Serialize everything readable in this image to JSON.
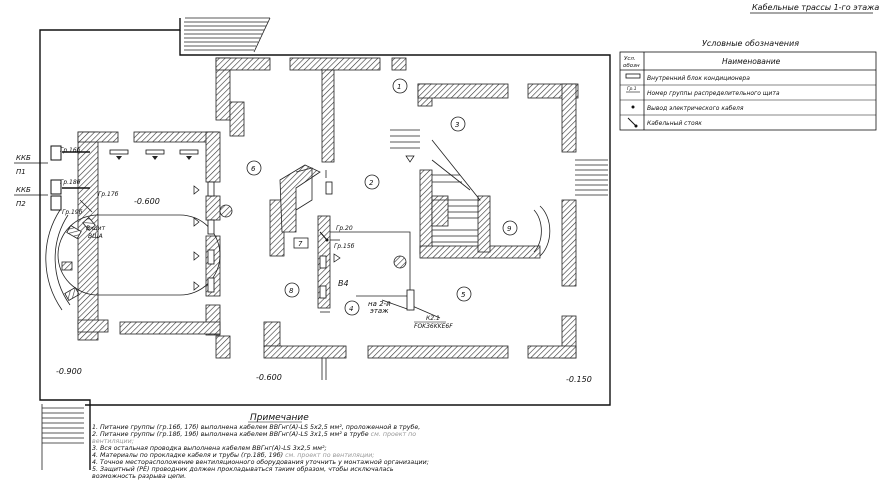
{
  "title": "Кабельные трассы 1-го этажа",
  "legend": {
    "heading": "Условные обозначения",
    "col_symbol": [
      "Усл.",
      "обозн"
    ],
    "col_name": "Наименование",
    "rows": [
      {
        "icon": "air-conditioner-unit-icon",
        "symbol_text": "",
        "label": "Внутренний блок кондиционера"
      },
      {
        "icon": "panel-group-number-icon",
        "symbol_text": "Гр.1",
        "label": "Номер группы распределительного щита"
      },
      {
        "icon": "cable-outlet-dot-icon",
        "symbol_text": "",
        "label": "Вывод электрического кабеля"
      },
      {
        "icon": "cable-riser-icon",
        "symbol_text": "",
        "label": "Кабельный стояк"
      }
    ]
  },
  "left_labels": {
    "kkb1": "ККБ",
    "p1": "П1",
    "kkb2": "ККБ",
    "p2": "П2",
    "gr16": "Гр.16б",
    "gr18": "Гр.18б",
    "gr17": "Гр.17б",
    "gr19": "Гр.19б",
    "shield1": "В щит",
    "shield2": "ВЩА"
  },
  "levels": {
    "l1": "-0.600",
    "l2": "-0.900",
    "l3": "-0.600",
    "l4": "-0.150"
  },
  "rooms": [
    "1",
    "2",
    "3",
    "4",
    "5",
    "6",
    "7",
    "8",
    "9"
  ],
  "plan_labels": {
    "gr20": "Гр.20",
    "gr15": "Гр.15б",
    "b4": "В4",
    "to_floor2_a": "на 2-й",
    "to_floor2_b": "этаж",
    "k21": "К2.1",
    "k21_type": "FOK36KKE6F"
  },
  "notes": {
    "heading": "Примечание",
    "lines": [
      {
        "text": "1.  Питание группы (гр.16б, 17б) выполнена кабелем ВВГнг(А)-LS 5х2,5 мм², проложенной в трубе,",
        "gray": ""
      },
      {
        "text": "2. Питание группы (гр.18б, 19б) выполнена кабелем ВВГнг(А)-LS 3х1,5 мм² в трубе",
        "gray": "см. проект по"
      },
      {
        "text": "",
        "gray": "вентиляции;"
      },
      {
        "text": "3. Вся остальная проводка выполнена кабелем ВВГнг(А)-LS 3х2,5 мм²;",
        "gray": ""
      },
      {
        "text": "4. Материалы по прокладке кабеля и трубы (гр.18б, 19б)",
        "gray": "см. проект по вентиляции;"
      },
      {
        "text": "4. Точное месторасположение вентиляционного оборудования уточнить у монтажной организации;",
        "gray": ""
      },
      {
        "text": "5. Защитный (PE) проводник должен прокладываться таким образом, чтобы исключалась",
        "gray": ""
      },
      {
        "text": "   возможность разрыва цепи.",
        "gray": ""
      }
    ]
  }
}
